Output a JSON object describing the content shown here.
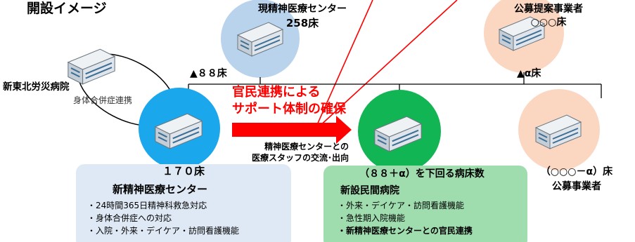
{
  "title": "開設イメージ",
  "existing_center": {
    "name": "現精神医療センター",
    "beds": "258床"
  },
  "proposal_operator": {
    "name": "公募提案事業者",
    "beds": "○○○床"
  },
  "beds_minus_88": "▲８８床",
  "beds_minus_alpha": "▲α床",
  "hospital_tohoku": {
    "name": "新東北労災病院",
    "relation": "身体合併症連携"
  },
  "public_private": {
    "line1": "官民連携による",
    "line2": "サポート体制の確保"
  },
  "staff_exchange": {
    "line1": "精神医療センターとの",
    "line2": "医療スタッフの交流･出向"
  },
  "new_center": {
    "beds": "１７０床",
    "name": "新精神医療センター",
    "features": [
      "・24時間365日精神科救急対応",
      "・身体合併症への対応",
      "・入院・外来・デイケア・訪問看護機能"
    ]
  },
  "new_private": {
    "beds": "（８８＋α）を下回る病床数",
    "name": "新設民間病院",
    "features": [
      "・外来・デイケア・訪問看護機能",
      "・急性期入院機能",
      "・新精神医療センターとの官民連携"
    ]
  },
  "public_operator": {
    "beds": "（○○○－α）床",
    "name": "公募事業者"
  },
  "colors": {
    "red": "#ff0000",
    "blue_circle": "#1aa7ec",
    "green_circle": "#12b553",
    "light_blue_circle": "#b9d3ec",
    "peach_circle": "#fbd7c2",
    "blue_box": "#dfe9f5",
    "green_box": "#9fdcae"
  }
}
